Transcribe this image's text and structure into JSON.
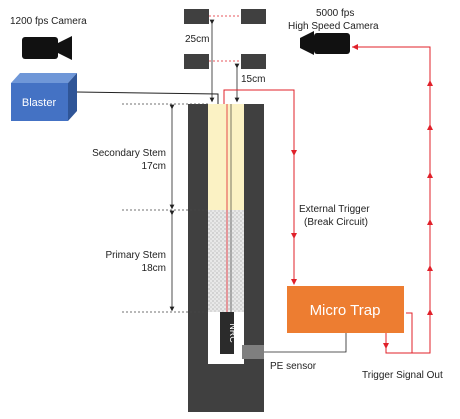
{
  "labels": {
    "camera1200": "1200 fps Camera",
    "camera5000_line1": "5000 fps",
    "camera5000_line2": "High Speed Camera",
    "blaster": "Blaster",
    "dist_top": "25cm",
    "dist_mid": "15cm",
    "secondary_stem_line1": "Secondary Stem",
    "secondary_stem_line2": "17cm",
    "primary_stem_line1": "Primary Stem",
    "primary_stem_line2": "18cm",
    "external_trigger_line1": "External Trigger",
    "external_trigger_line2": "(Break Circuit)",
    "micro_trap": "Micro Trap",
    "nrc": "NRC",
    "pe_sensor": "PE sensor",
    "trigger_signal_out": "Trigger Signal Out"
  },
  "colors": {
    "signal_red": "#e0202a",
    "micro_trap_fill": "#ed7d31",
    "blaster_fill": "#4472c4",
    "rock": "#404040",
    "secondary_stem_fill": "#fbf2c4",
    "primary_stem_fill": "#e6e6e6",
    "camera": "#111111"
  },
  "icons": {
    "camera_left": "video-camera-icon",
    "camera_right": "video-camera-icon"
  }
}
